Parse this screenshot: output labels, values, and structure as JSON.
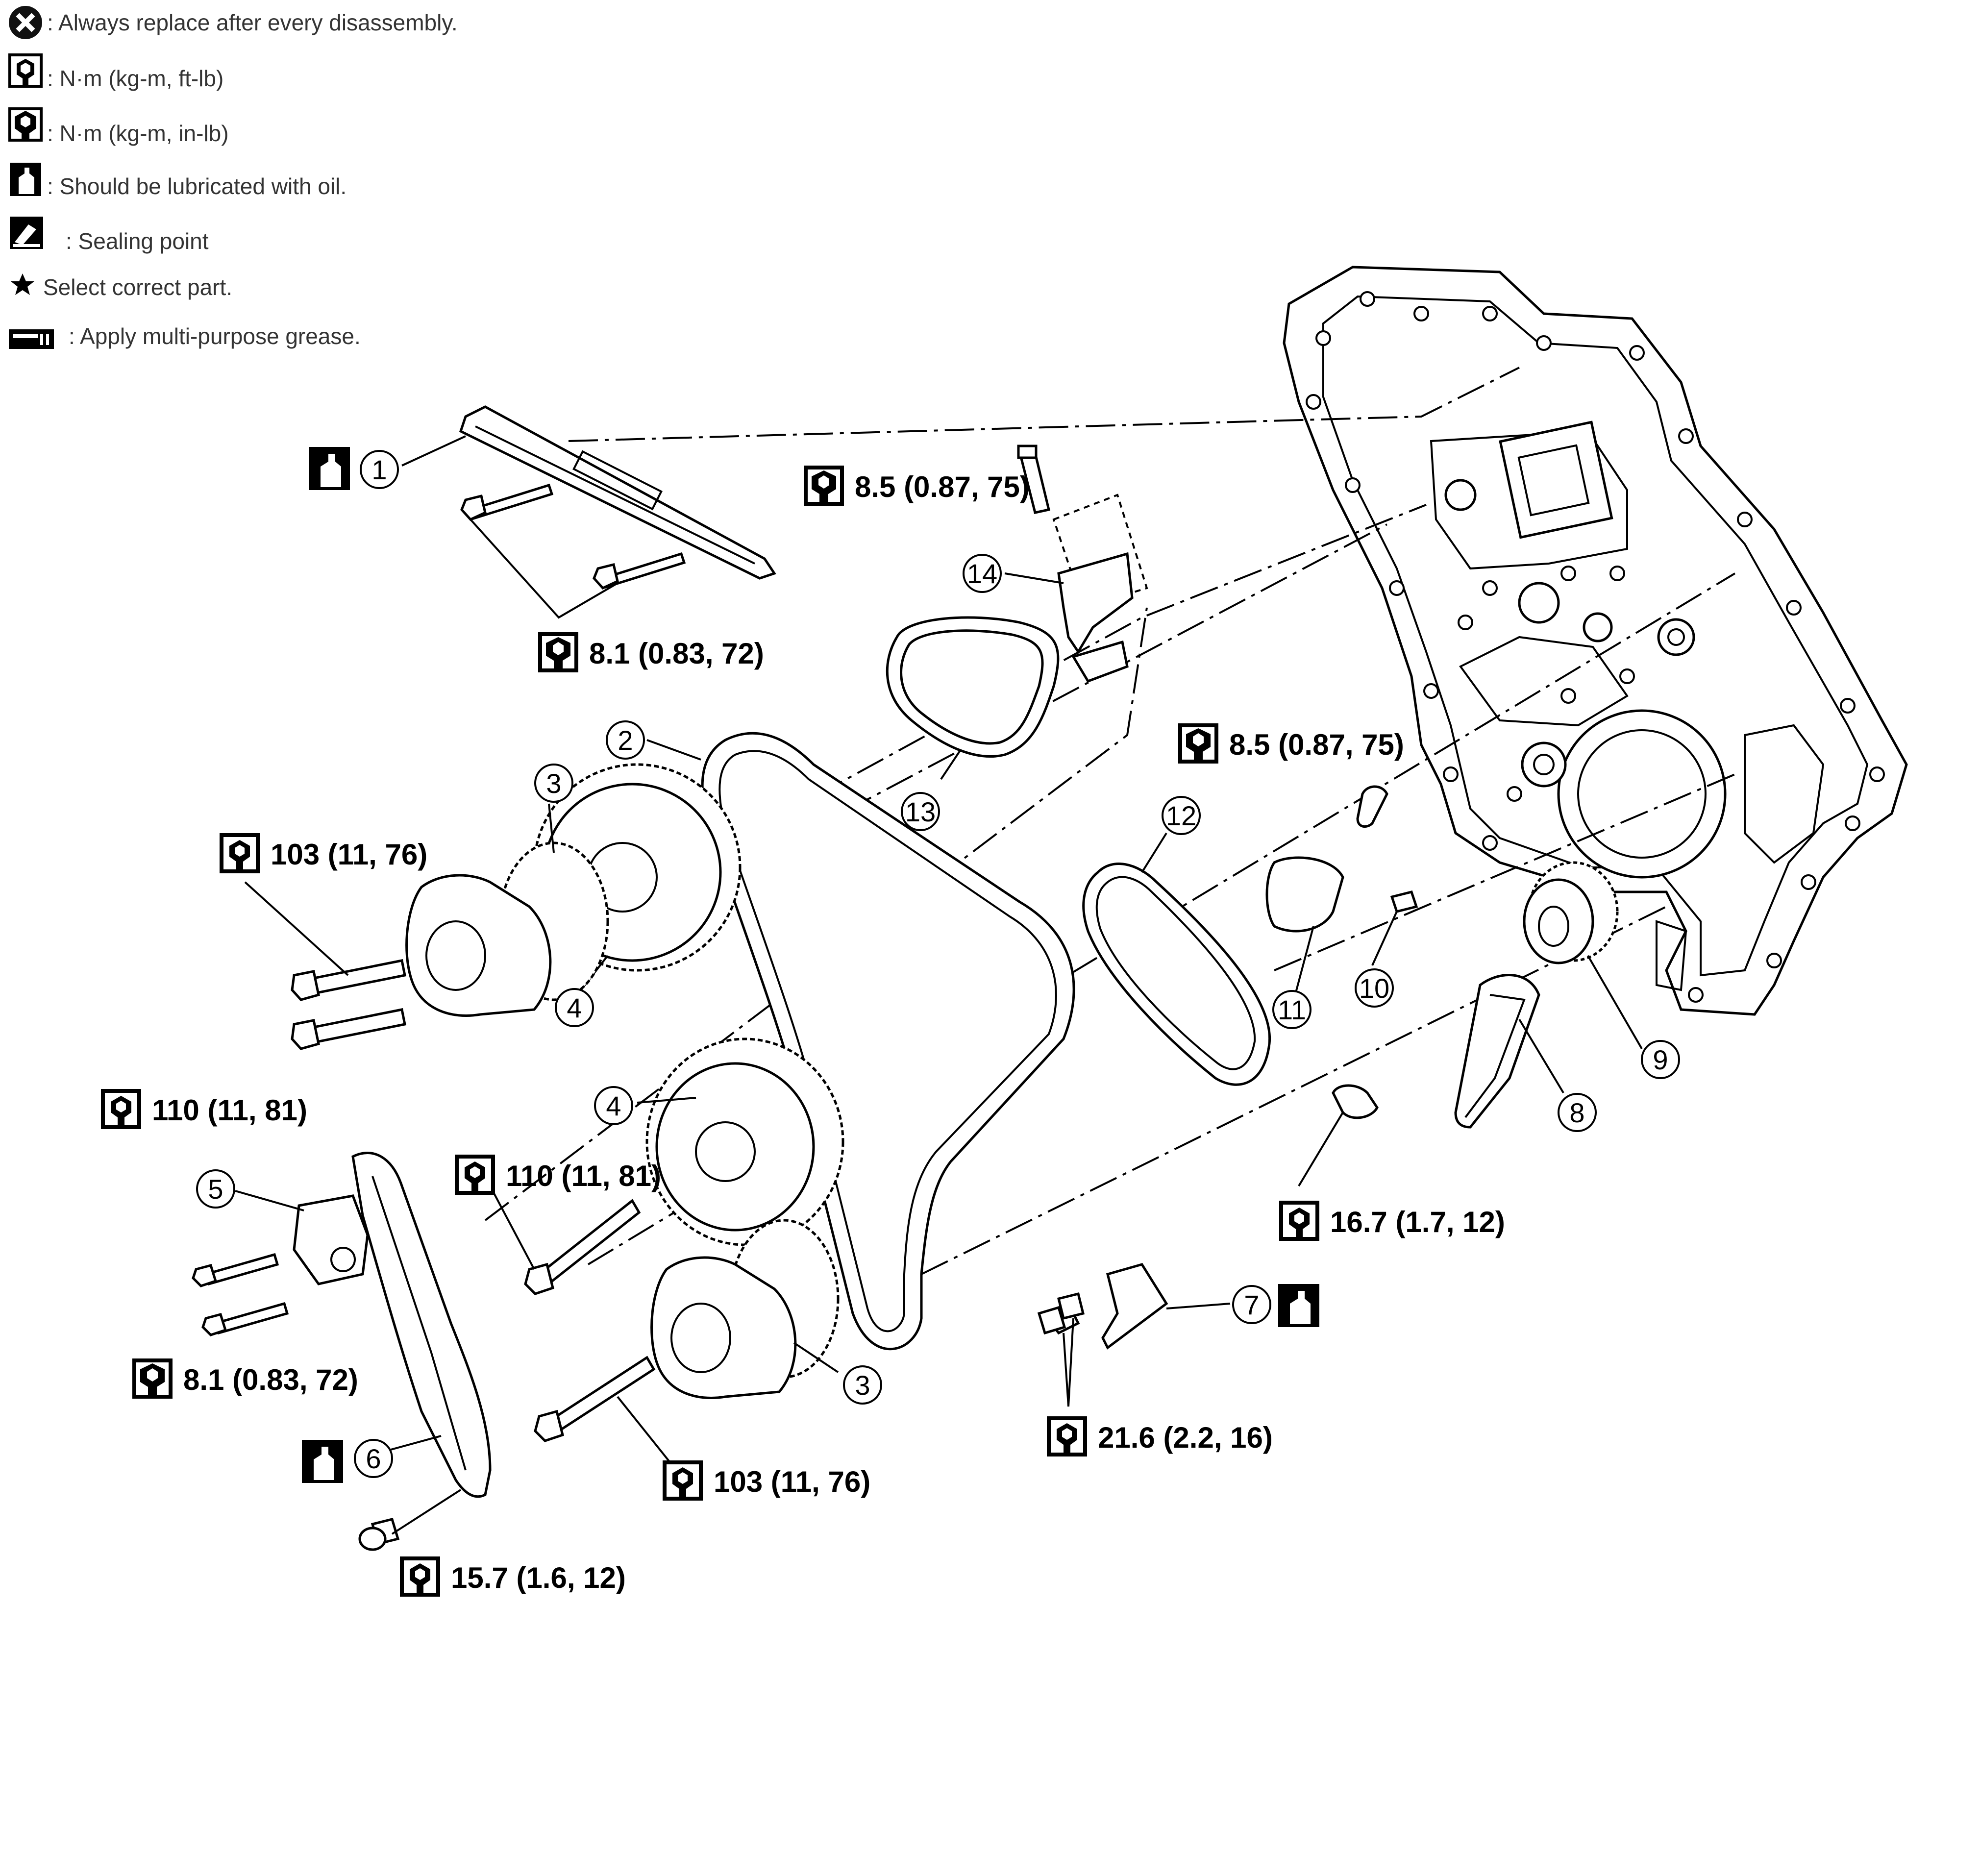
{
  "legend": [
    {
      "icon": "replace-x-icon",
      "text": ": Always replace after every disassembly."
    },
    {
      "icon": "torque-wrench-ftlb-icon",
      "text": ": N·m (kg-m, ft-lb)"
    },
    {
      "icon": "torque-wrench-inlb-icon",
      "text": ": N·m (kg-m, in-lb)"
    },
    {
      "icon": "oil-can-icon",
      "text": ": Should be lubricated with oil."
    },
    {
      "icon": "sealing-point-icon",
      "text": ": Sealing point"
    },
    {
      "icon": "star-icon",
      "text": "Select correct part."
    },
    {
      "icon": "grease-gun-icon",
      "text": ": Apply multi-purpose grease."
    }
  ],
  "torque_specs": [
    {
      "id": "t1",
      "value": "8.5 (0.87, 75)",
      "icon": "torque-wrench-inlb-icon"
    },
    {
      "id": "t2",
      "value": "8.1 (0.83, 72)",
      "icon": "torque-wrench-inlb-icon"
    },
    {
      "id": "t3",
      "value": "103 (11, 76)",
      "icon": "torque-wrench-ftlb-icon"
    },
    {
      "id": "t4",
      "value": "8.5 (0.87, 75)",
      "icon": "torque-wrench-inlb-icon"
    },
    {
      "id": "t5",
      "value": "110 (11, 81)",
      "icon": "torque-wrench-ftlb-icon"
    },
    {
      "id": "t6",
      "value": "110 (11, 81)",
      "icon": "torque-wrench-ftlb-icon"
    },
    {
      "id": "t7",
      "value": "16.7 (1.7, 12)",
      "icon": "torque-wrench-ftlb-icon"
    },
    {
      "id": "t8",
      "value": "8.1 (0.83, 72)",
      "icon": "torque-wrench-inlb-icon"
    },
    {
      "id": "t9",
      "value": "21.6 (2.2, 16)",
      "icon": "torque-wrench-ftlb-icon"
    },
    {
      "id": "t10",
      "value": "103 (11, 76)",
      "icon": "torque-wrench-ftlb-icon"
    },
    {
      "id": "t11",
      "value": "15.7 (1.6, 12)",
      "icon": "torque-wrench-ftlb-icon"
    }
  ],
  "callouts": [
    "1",
    "2",
    "3",
    "4",
    "4",
    "3",
    "5",
    "6",
    "7",
    "8",
    "9",
    "10",
    "11",
    "12",
    "13",
    "14"
  ]
}
